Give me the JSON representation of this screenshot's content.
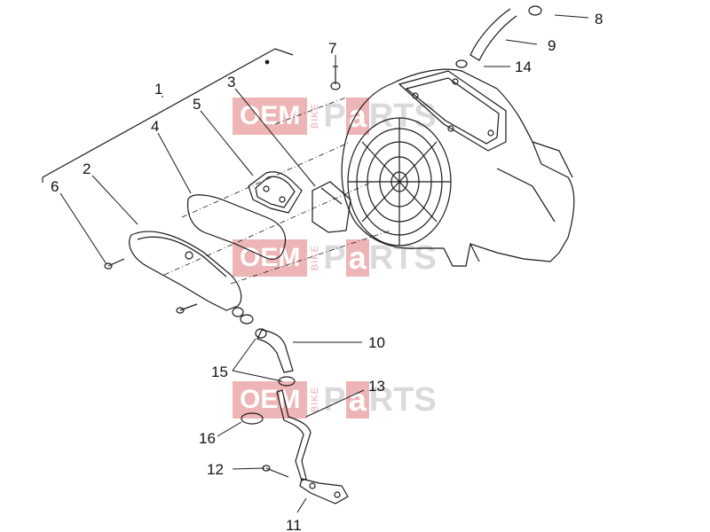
{
  "callouts": [
    {
      "id": "1",
      "text": "1"
    },
    {
      "id": "2",
      "text": "2"
    },
    {
      "id": "3",
      "text": "3"
    },
    {
      "id": "4",
      "text": "4"
    },
    {
      "id": "5",
      "text": "5"
    },
    {
      "id": "6",
      "text": "6"
    },
    {
      "id": "7",
      "text": "7"
    },
    {
      "id": "8",
      "text": "8"
    },
    {
      "id": "9",
      "text": "9"
    },
    {
      "id": "10",
      "text": "10"
    },
    {
      "id": "11",
      "text": "11"
    },
    {
      "id": "12",
      "text": "12"
    },
    {
      "id": "13",
      "text": "13"
    },
    {
      "id": "14",
      "text": "14"
    },
    {
      "id": "15",
      "text": "15"
    },
    {
      "id": "16",
      "text": "16"
    }
  ],
  "watermark": {
    "oem": "OEM",
    "bike": "BIKE",
    "p": "P",
    "a": "a",
    "rts": "RTS"
  },
  "colors": {
    "line": "#1a1a1a",
    "watermark_red": "#e07a7a",
    "watermark_gray": "#bdbdbd"
  }
}
